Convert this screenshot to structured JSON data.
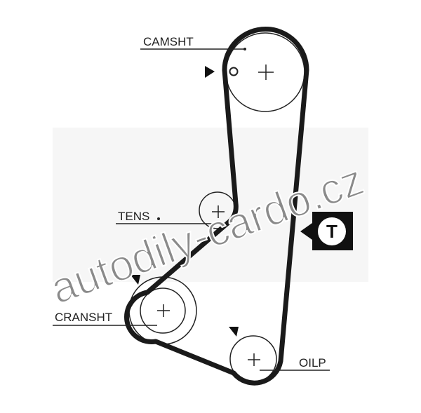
{
  "labels": {
    "camshaft": "CAMSHT",
    "tensioner": "TENS",
    "crankshaft": "CRANSHT",
    "oil_pump": "OILP",
    "tension_marker": "T"
  },
  "watermark": "autodily-cardo.cz",
  "colors": {
    "belt": "#1a1a1a",
    "watermark": "#8a8a8a"
  }
}
